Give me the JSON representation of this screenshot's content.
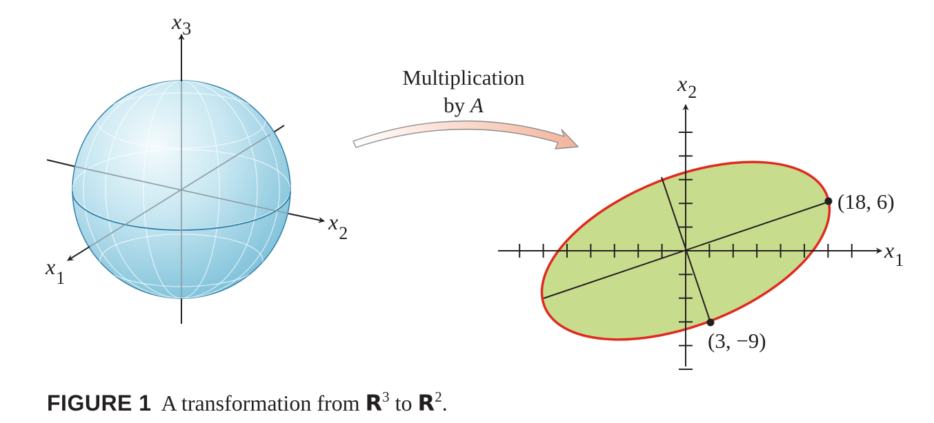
{
  "left_diagram": {
    "axis_x3": {
      "base": "x",
      "sub": "3"
    },
    "axis_x2": {
      "base": "x",
      "sub": "2"
    },
    "axis_x1": {
      "base": "x",
      "sub": "1"
    }
  },
  "arrow_label": {
    "line1": "Multiplication",
    "line2_prefix": "by ",
    "line2_var": "A"
  },
  "right_diagram": {
    "axis_x2": {
      "base": "x",
      "sub": "2"
    },
    "axis_x1": {
      "base": "x",
      "sub": "1"
    },
    "point_a": "(18, 6)",
    "point_b": "(3, −9)"
  },
  "caption": {
    "label": "FIGURE 1",
    "text1": "A transformation from ",
    "space1": "R",
    "exp1": "3",
    "text2": " to ",
    "space2": "R",
    "exp2": "2",
    "text3": "."
  },
  "colors": {
    "sphere_fill": "#bfe2ef",
    "sphere_edge": "#2f7fa8",
    "ellipse_fill": "#c8dc8e",
    "ellipse_edge": "#e02a1f",
    "arrow_fill": "#f7c4b0"
  }
}
